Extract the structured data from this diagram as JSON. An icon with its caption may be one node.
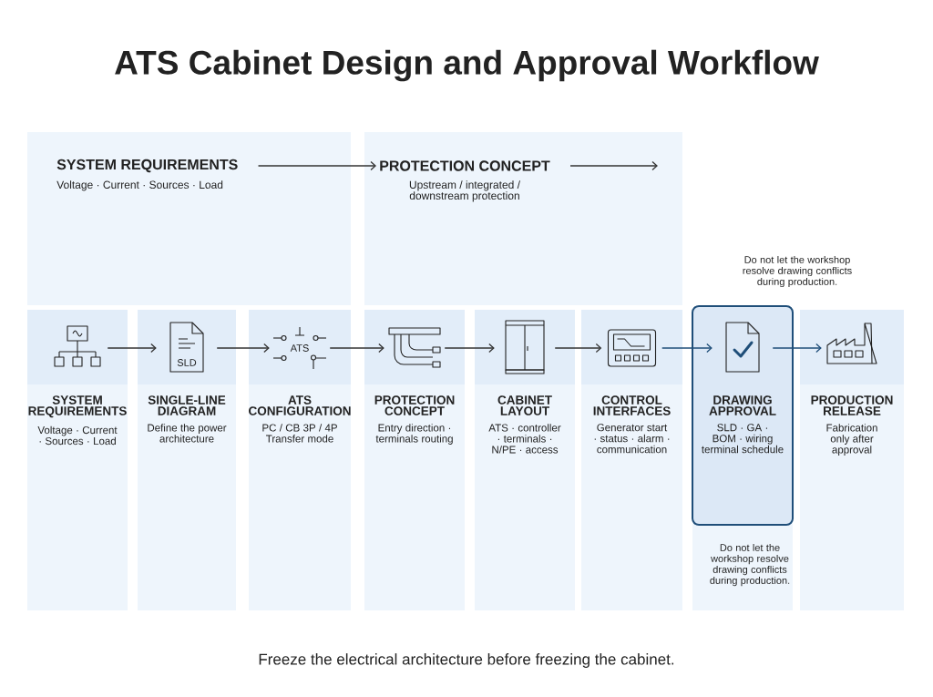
{
  "diagram": {
    "title": "ATS Cabinet Design and Approval Workflow",
    "caption": "Freeze the electrical architecture before freezing the cabinet.",
    "nodes": [
      {
        "text": [
          "SYSTEM REQUIREMENTS",
          "Voltage · Current · Sources · Load"
        ]
      },
      {
        "text": [
          "PROTECTION CONCEPT",
          "Upstream / integrated / downstream protection"
        ]
      },
      {
        "text": [
          "SYSTEM REQUIREMENTS",
          "Voltage · Current · Sources · Load"
        ]
      },
      {
        "text": [
          "SINGLE-LINE DIAGRAM",
          "Define the power architecture"
        ]
      },
      {
        "text": [
          "ATS CONFIGURATION",
          "PC / CB 3P / 4P Transfer mode"
        ]
      },
      {
        "text": [
          "PROTECTION CONCEPT",
          "Entry direction · terminals routing"
        ]
      },
      {
        "text": [
          "CABINET LAYOUT",
          "ATS · controller · terminals · N/PE · access"
        ]
      },
      {
        "text": [
          "CONTROL INTERFACES",
          "Generator start · status · alarm · communication"
        ]
      },
      {
        "text": [
          "DRAWING APPROVAL",
          "SLD · GA · BOM · wiring terminal schedule"
        ],
        "beside": [
          "Do not let the workshop resolve drawing conflicts during production."
        ]
      },
      {
        "text": [
          "PRODUCTION RELEASE",
          "Fabrication only after approval"
        ]
      }
    ],
    "edges": [
      {
        "from": 0,
        "to": 1,
        "arrow": "to"
      },
      {
        "from": 1,
        "to": null,
        "arrow": "to"
      },
      {
        "from": 2,
        "to": 3,
        "arrow": "to"
      },
      {
        "from": 3,
        "to": 4,
        "arrow": "to"
      },
      {
        "from": 4,
        "to": 5,
        "arrow": "to"
      },
      {
        "from": 5,
        "to": 6,
        "arrow": "to"
      },
      {
        "from": 6,
        "to": 7,
        "arrow": "to"
      },
      {
        "from": 7,
        "to": 8,
        "arrow": "to",
        "color": "#1f4e79"
      },
      {
        "from": 8,
        "to": 9,
        "arrow": "to",
        "color": "#1f4e79"
      }
    ],
    "labels": [
      "SLD",
      "ATS",
      "Do not let the workshop resolve drawing conflicts during production."
    ]
  }
}
